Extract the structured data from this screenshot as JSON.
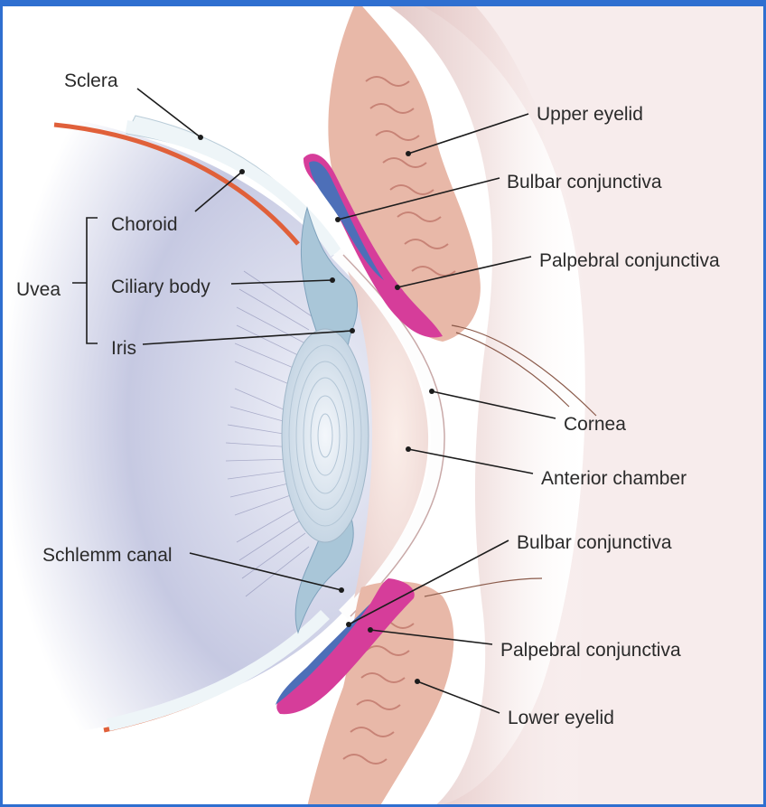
{
  "labels": {
    "sclera": "Sclera",
    "choroid": "Choroid",
    "uvea": "Uvea",
    "ciliary_body": "Ciliary body",
    "iris": "Iris",
    "schlemm_canal": "Schlemm canal",
    "upper_eyelid": "Upper eyelid",
    "bulbar_conjunctiva_upper": "Bulbar conjunctiva",
    "palpebral_conjunctiva_upper": "Palpebral conjunctiva",
    "cornea": "Cornea",
    "anterior_chamber": "Anterior chamber",
    "bulbar_conjunctiva_lower": "Bulbar conjunctiva",
    "palpebral_conjunctiva_lower": "Palpebral conjunctiva",
    "lower_eyelid": "Lower eyelid"
  },
  "colors": {
    "frame": "#2f6fd0",
    "choroid_line": "#e0603a",
    "conjunctiva": "#d63d9a",
    "conjunctiva_blue": "#4d6fb8",
    "sclera": "#eef5f8",
    "uvea_tissue": "#a9c6d8",
    "eyelid_tissue": "#e8b8a8"
  }
}
